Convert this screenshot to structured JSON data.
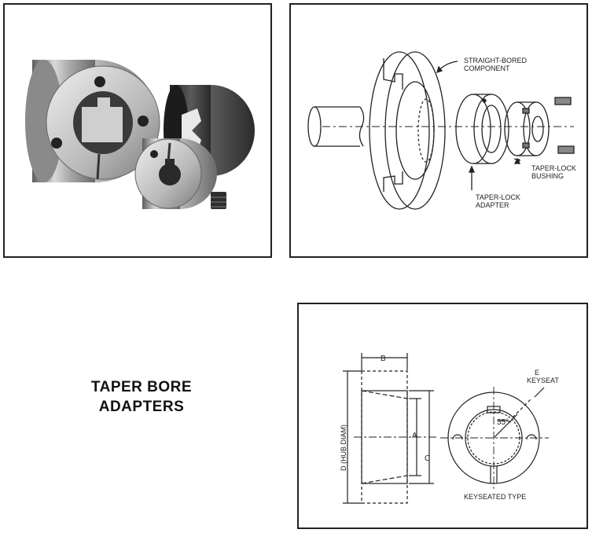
{
  "title": {
    "line1": "TAPER BORE",
    "line2": "ADAPTERS"
  },
  "exploded_view": {
    "straight_bored": [
      "STRAIGHT-BORED",
      "COMPONENT"
    ],
    "adapter": [
      "TAPER-LOCK",
      "ADAPTER"
    ],
    "bushing": [
      "TAPER-LOCK",
      "BUSHING"
    ]
  },
  "dimension_view": {
    "b": "B",
    "a": "A",
    "c": "C",
    "d": "D (HUB DIAM)",
    "e": [
      "E",
      "KEYSEAT"
    ],
    "angle": "55°",
    "caption": "KEYSEATED TYPE"
  }
}
